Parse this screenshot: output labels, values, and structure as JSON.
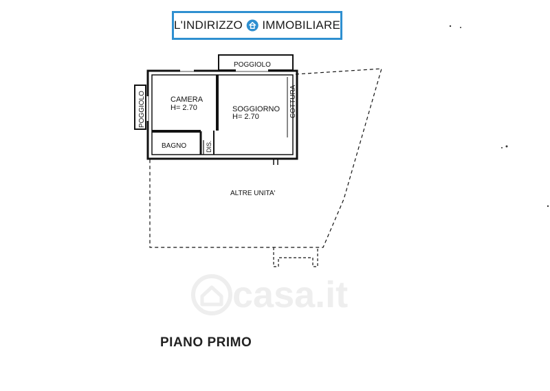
{
  "logo": {
    "text_left": "L'INDIRIZZO",
    "text_right": "IMMOBILIARE",
    "color": "#2e8fd0"
  },
  "rooms": {
    "poggiolo_top": "POGGIOLO",
    "poggiolo_left": "POGGIOLO",
    "camera_name": "CAMERA",
    "camera_height": "H= 2.70",
    "soggiorno_name": "SOGGIORNO",
    "soggiorno_height": "H= 2.70",
    "cottura": "COTTURA",
    "bagno": "BAGNO",
    "dis": "DIS.",
    "altre_unita": "ALTRE UNITA'"
  },
  "floor_title": "PIANO PRIMO",
  "watermark": "casa.it"
}
